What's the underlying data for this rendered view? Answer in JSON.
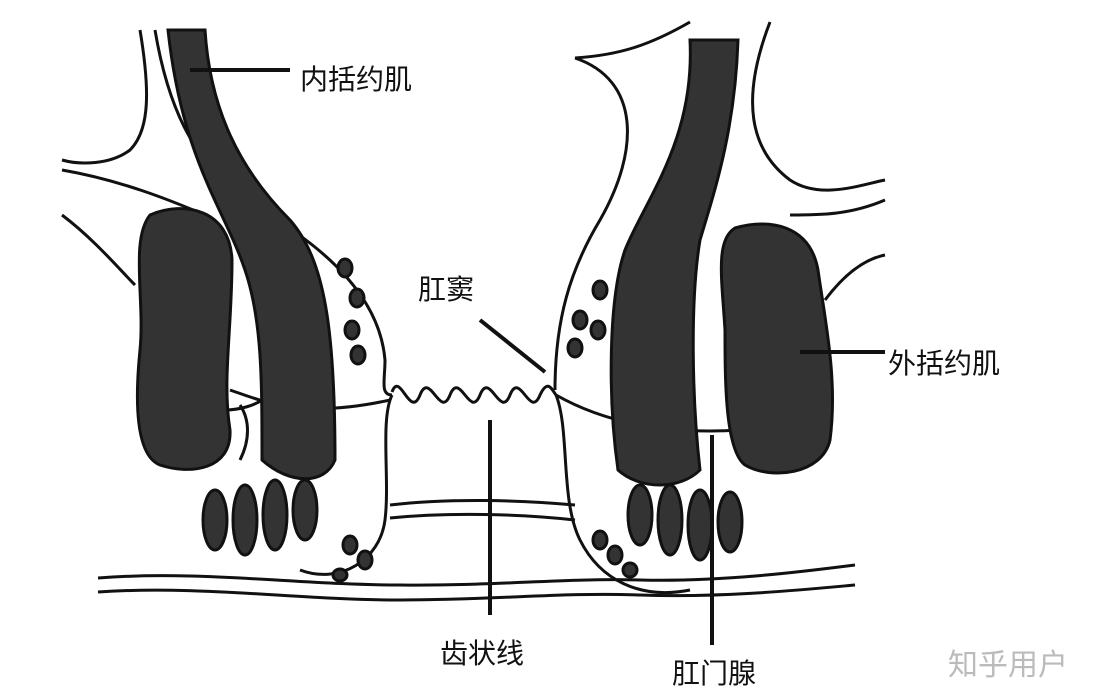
{
  "labels": {
    "internal_sphincter": "内括约肌",
    "anal_sinus": "肛窦",
    "external_sphincter": "外括约肌",
    "dentate_line": "齿状线",
    "anal_gland": "肛门腺"
  },
  "watermark": "知乎用户",
  "colors": {
    "muscle": "#333333",
    "line": "#111111",
    "background": "#ffffff",
    "watermark": "#bbbbbb"
  }
}
